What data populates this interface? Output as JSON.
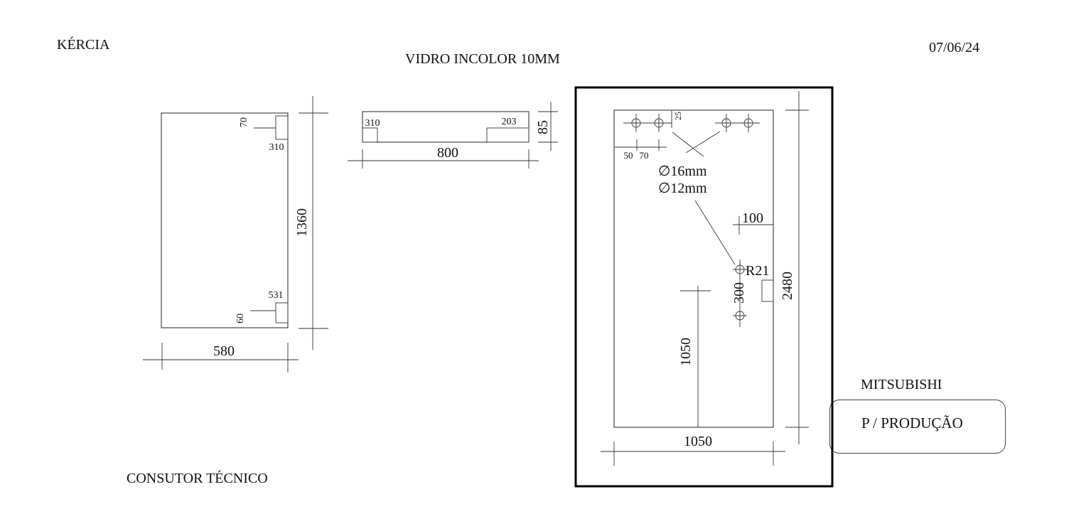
{
  "header": {
    "client": "KÉRCIA",
    "material": "VIDRO INCOLOR 10MM",
    "date": "07/06/24"
  },
  "footer": {
    "consultant": "CONSUTOR TÉCNICO",
    "brand": "MITSUBISHI",
    "production": "P / PRODUÇÃO"
  },
  "panel_left": {
    "width": "580",
    "height": "1360",
    "top_notch_h": "70",
    "top_notch_pos": "310",
    "bottom_notch_pos": "531",
    "bottom_notch_h": "60"
  },
  "panel_top": {
    "width": "800",
    "height": "85",
    "notch_left": "310",
    "notch_right": "203"
  },
  "panel_right": {
    "width": "1050",
    "height": "2480",
    "hole_offset": "25",
    "hole_spacing_a": "50",
    "hole_spacing_b": "70",
    "hole_d1": "∅16mm",
    "hole_d2": "∅12mm",
    "edge_offset": "100",
    "radius": "R21",
    "handle_spacing": "300",
    "handle_height": "1050"
  }
}
